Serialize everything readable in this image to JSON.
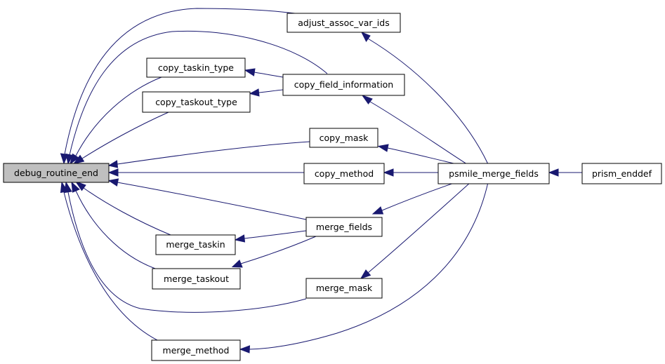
{
  "graph": {
    "type": "call-graph",
    "colors": {
      "edge": "#191970",
      "root_fill": "#bfbfbf",
      "node_fill": "#ffffff",
      "node_border": "#000000"
    },
    "nodes": {
      "debug_routine_end": "debug_routine_end",
      "adjust_assoc_var_ids": "adjust_assoc_var_ids",
      "copy_taskin_type": "copy_taskin_type",
      "copy_field_information": "copy_field_information",
      "copy_taskout_type": "copy_taskout_type",
      "copy_mask": "copy_mask",
      "copy_method": "copy_method",
      "psmile_merge_fields": "psmile_merge_fields",
      "prism_enddef": "prism_enddef",
      "merge_fields": "merge_fields",
      "merge_taskin": "merge_taskin",
      "merge_taskout": "merge_taskout",
      "merge_mask": "merge_mask",
      "merge_method": "merge_method"
    },
    "edges": [
      {
        "from": "adjust_assoc_var_ids",
        "to": "debug_routine_end"
      },
      {
        "from": "copy_field_information",
        "to": "debug_routine_end"
      },
      {
        "from": "copy_field_information",
        "to": "copy_taskin_type"
      },
      {
        "from": "copy_field_information",
        "to": "copy_taskout_type"
      },
      {
        "from": "copy_taskin_type",
        "to": "debug_routine_end"
      },
      {
        "from": "copy_taskout_type",
        "to": "debug_routine_end"
      },
      {
        "from": "copy_mask",
        "to": "debug_routine_end"
      },
      {
        "from": "copy_method",
        "to": "debug_routine_end"
      },
      {
        "from": "merge_fields",
        "to": "debug_routine_end"
      },
      {
        "from": "merge_fields",
        "to": "merge_taskin"
      },
      {
        "from": "merge_fields",
        "to": "merge_taskout"
      },
      {
        "from": "merge_taskin",
        "to": "debug_routine_end"
      },
      {
        "from": "merge_taskout",
        "to": "debug_routine_end"
      },
      {
        "from": "merge_mask",
        "to": "debug_routine_end"
      },
      {
        "from": "merge_method",
        "to": "debug_routine_end"
      },
      {
        "from": "psmile_merge_fields",
        "to": "adjust_assoc_var_ids"
      },
      {
        "from": "psmile_merge_fields",
        "to": "copy_field_information"
      },
      {
        "from": "psmile_merge_fields",
        "to": "copy_mask"
      },
      {
        "from": "psmile_merge_fields",
        "to": "copy_method"
      },
      {
        "from": "psmile_merge_fields",
        "to": "merge_fields"
      },
      {
        "from": "psmile_merge_fields",
        "to": "merge_mask"
      },
      {
        "from": "psmile_merge_fields",
        "to": "merge_method"
      },
      {
        "from": "prism_enddef",
        "to": "psmile_merge_fields"
      }
    ]
  }
}
